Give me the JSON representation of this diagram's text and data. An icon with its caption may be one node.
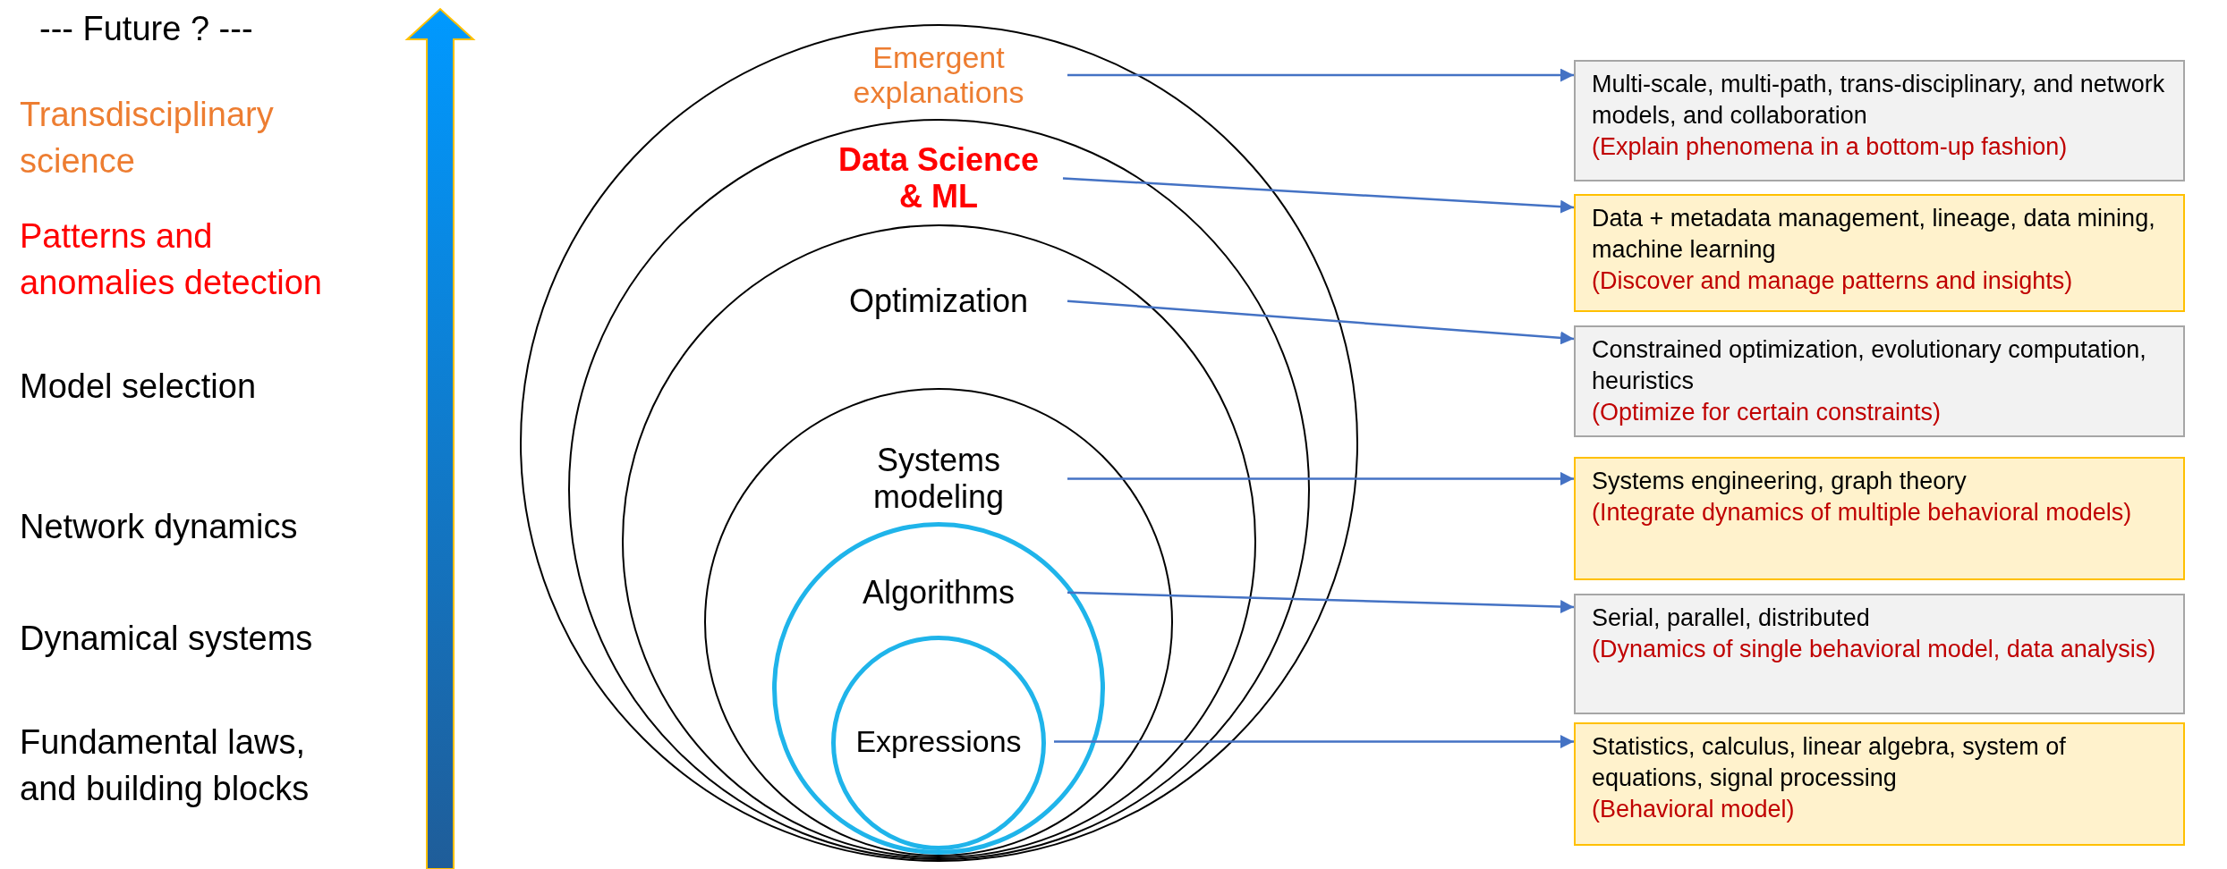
{
  "diagram": {
    "nodes": [
      {
        "text": [
          "Emergent explanations"
        ]
      },
      {
        "text": [
          "Data Science & ML"
        ],
        "in": 0
      },
      {
        "text": [
          "Optimization"
        ],
        "in": 1
      },
      {
        "text": [
          "Systems modeling"
        ],
        "in": 2
      },
      {
        "text": [
          "Algorithms"
        ],
        "in": 3
      },
      {
        "text": [
          "Expressions"
        ],
        "in": 4
      },
      {
        "text": [
          "Multi-scale, multi-path, trans-disciplinary, and network models, and collaboration",
          "(Explain phenomena in a bottom-up fashion)"
        ]
      },
      {
        "text": [
          "Data + metadata management, lineage, data mining, machine learning",
          "(Discover and manage patterns and insights)"
        ]
      },
      {
        "text": [
          "Constrained optimization, evolutionary computation, heuristics",
          "(Optimize for certain constraints)"
        ]
      },
      {
        "text": [
          "Systems engineering, graph theory",
          "(Integrate dynamics of multiple behavioral models)"
        ]
      },
      {
        "text": [
          "Serial, parallel, distributed",
          "(Dynamics of single behavioral model, data analysis)"
        ]
      },
      {
        "text": [
          "Statistics, calculus, linear algebra, system of equations, signal processing",
          "(Behavioral model)"
        ]
      }
    ],
    "edges": [
      {
        "from": 0,
        "to": 6,
        "arrow": "to"
      },
      {
        "from": 1,
        "to": 7,
        "arrow": "to"
      },
      {
        "from": 2,
        "to": 8,
        "arrow": "to"
      },
      {
        "from": 3,
        "to": 9,
        "arrow": "to"
      },
      {
        "from": 4,
        "to": 10,
        "arrow": "to"
      },
      {
        "from": 5,
        "to": 11,
        "arrow": "to"
      }
    ],
    "labels": [
      "--- Future ? ---",
      "Transdisciplinary science",
      "Patterns and anomalies detection",
      "Model selection",
      "Network dynamics",
      "Dynamical systems",
      "Fundamental laws, and building blocks"
    ]
  }
}
